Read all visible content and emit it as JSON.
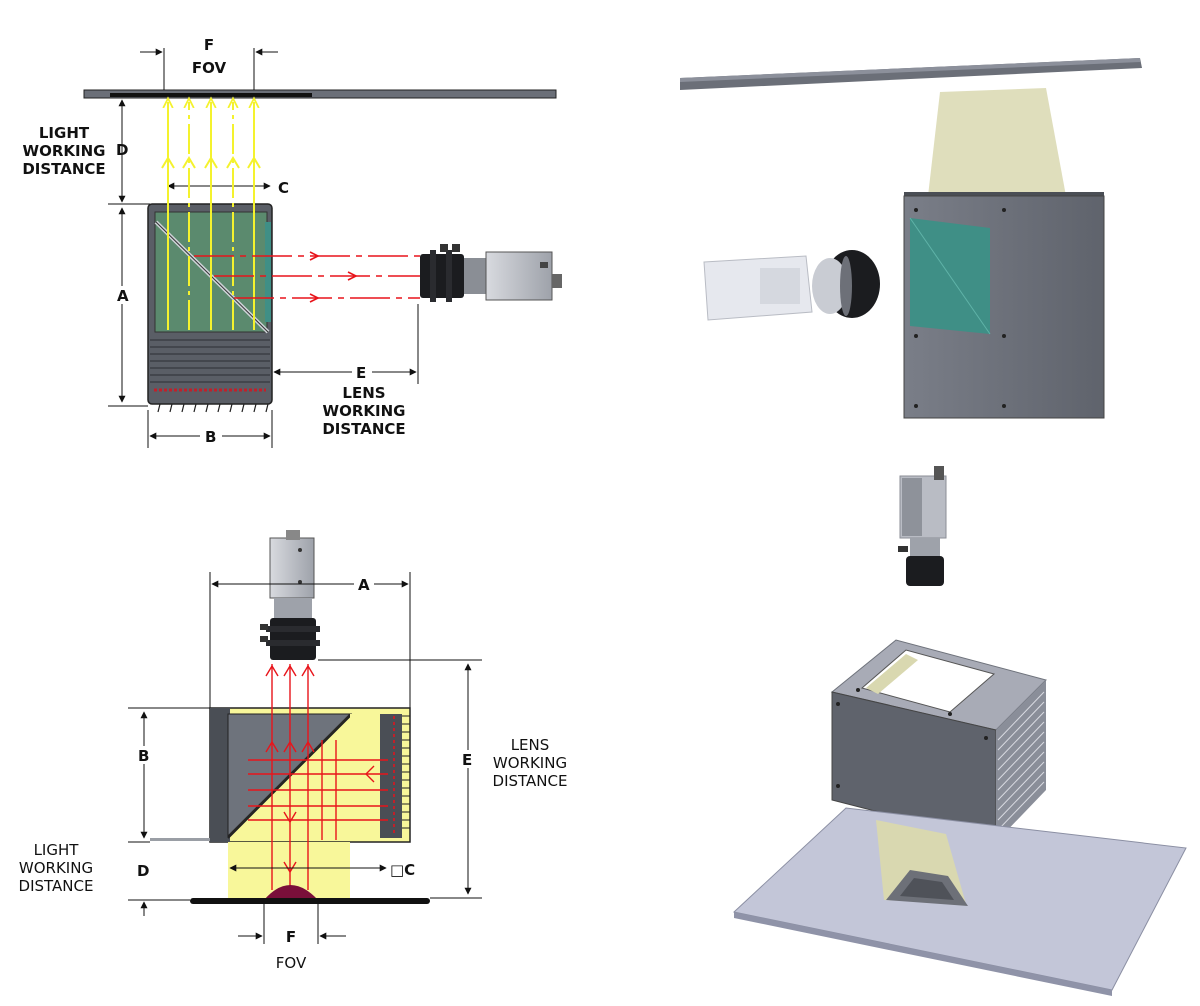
{
  "colors": {
    "housing_dark": "#5a5e66",
    "housing_mid": "#6e737c",
    "window_green": "#5b8a6e",
    "teal_glass": "#3f8f86",
    "light_yellow": "#f4f22e",
    "light_pale": "#f8f79a",
    "beam_red": "#e8141b",
    "surface_grey": "#6b6f78",
    "plate_grey": "#c3c6d8",
    "beam_3d": "#d9d8b0",
    "target_maroon": "#7a0f3a"
  },
  "icons": [
    "camera-icon",
    "lens-icon",
    "beamsplitter-icon",
    "light-ray-icon"
  ],
  "top_diagram": {
    "label_f": "F",
    "label_fov": "FOV",
    "label_c": "C",
    "label_a": "A",
    "label_b": "B",
    "label_d": "D",
    "label_e": "E",
    "light_working_distance": [
      "LIGHT",
      "WORKING",
      "DISTANCE"
    ],
    "lens_working_distance": [
      "LENS",
      "WORKING",
      "DISTANCE"
    ]
  },
  "bottom_diagram": {
    "label_a": "A",
    "label_b": "B",
    "label_c": "□C",
    "label_d": "D",
    "label_e": "E",
    "label_f": "F",
    "label_fov": "FOV",
    "light_working_distance": [
      "LIGHT",
      "WORKING",
      "DISTANCE"
    ],
    "lens_working_distance": [
      "LENS",
      "WORKING",
      "DISTANCE"
    ]
  }
}
